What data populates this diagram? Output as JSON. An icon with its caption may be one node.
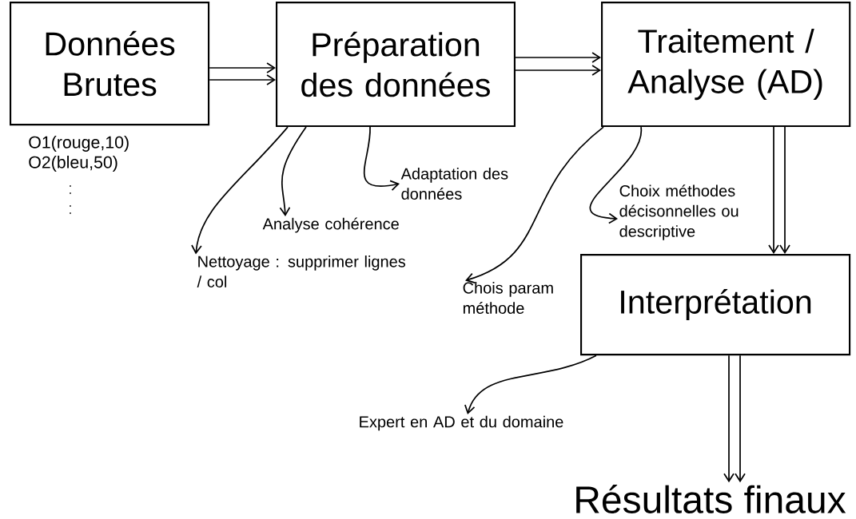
{
  "diagram": {
    "nodes": [
      {
        "text": [
          "Données Brutes"
        ],
        "beside": [
          "O1(rouge,10)",
          "O2(bleu,50)"
        ]
      },
      {
        "text": [
          "Préparation des données"
        ]
      },
      {
        "text": [
          "Traitement / Analyse (AD)"
        ]
      },
      {
        "text": [
          "Interprétation"
        ]
      },
      {
        "text": [
          "Résultats finaux"
        ]
      },
      {
        "text": [
          "Nettoyage : supprimer lignes / col"
        ]
      },
      {
        "text": [
          "Analyse cohérence"
        ]
      },
      {
        "text": [
          "Adaptation des données"
        ]
      },
      {
        "text": [
          "Choix méthodes décisonnelles ou descriptive"
        ]
      },
      {
        "text": [
          "Chois param méthode"
        ]
      },
      {
        "text": [
          "Expert en AD et du domaine"
        ]
      }
    ],
    "edges": [
      {
        "from": 0,
        "to": 1,
        "arrow": "to"
      },
      {
        "from": 1,
        "to": 2,
        "arrow": "to"
      },
      {
        "from": 2,
        "to": 3,
        "arrow": "to"
      },
      {
        "from": 3,
        "to": 4,
        "arrow": "to"
      },
      {
        "from": 1,
        "to": 5,
        "arrow": "to"
      },
      {
        "from": 1,
        "to": 6,
        "arrow": "to"
      },
      {
        "from": 1,
        "to": 7,
        "arrow": "to"
      },
      {
        "from": 2,
        "to": 9,
        "arrow": "to"
      },
      {
        "from": 2,
        "to": 8,
        "arrow": "to"
      },
      {
        "from": 3,
        "to": 10,
        "arrow": "to"
      }
    ]
  }
}
